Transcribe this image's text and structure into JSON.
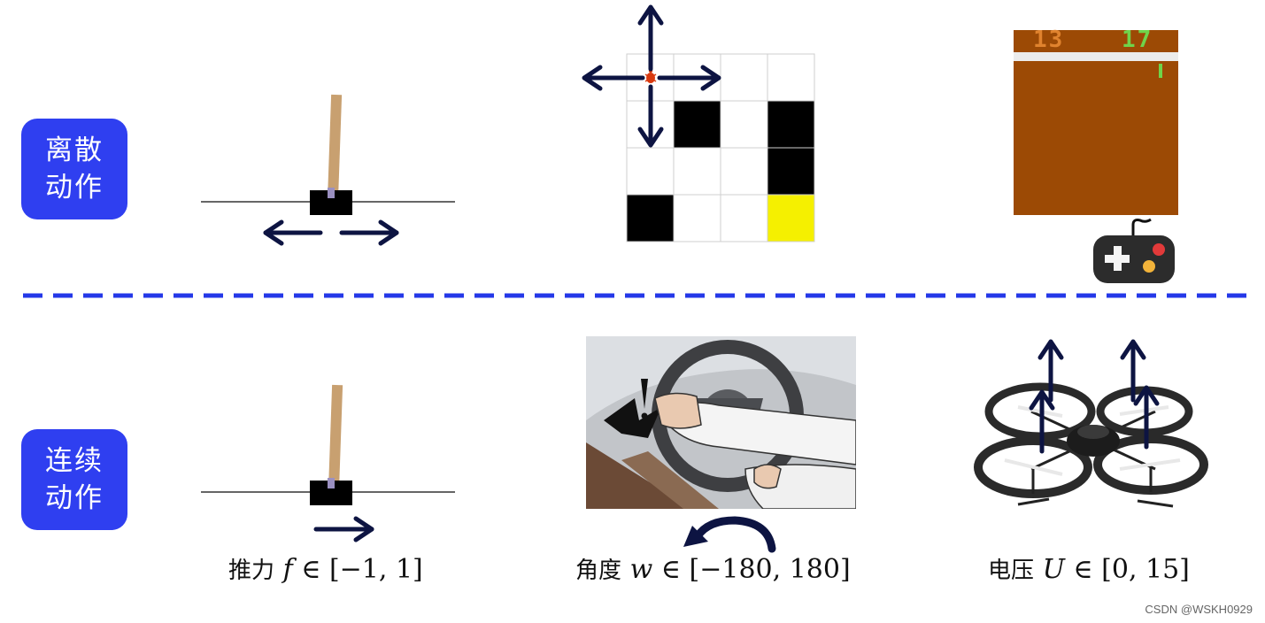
{
  "rows": {
    "discrete": {
      "label_line1": "离散",
      "label_line2": "动作"
    },
    "continuous": {
      "label_line1": "连续",
      "label_line2": "动作"
    }
  },
  "game_screen": {
    "score_left": "13",
    "score_right": "17"
  },
  "captions": {
    "cartpole": {
      "name": "推力",
      "variable": "f",
      "range": "∈ [−1, 1]"
    },
    "steering": {
      "name": "角度",
      "variable": "w",
      "range": "∈ [−180, 180]"
    },
    "drone": {
      "name": "电压",
      "variable": "U",
      "range": "∈ [0, 15]"
    }
  },
  "watermark": "CSDN @WSKH0929",
  "colors": {
    "badge": "#2f3ff0",
    "divider": "#2438e8",
    "arrow": "#0d1442",
    "pole": "#c8a070",
    "game_bg": "#9c4a05",
    "goal_cell": "#f5f000"
  },
  "icons": [
    "left-arrow-icon",
    "right-arrow-icon",
    "turtle-agent-icon",
    "gamepad-icon",
    "rotate-arrow-icon",
    "up-arrow-icon"
  ]
}
